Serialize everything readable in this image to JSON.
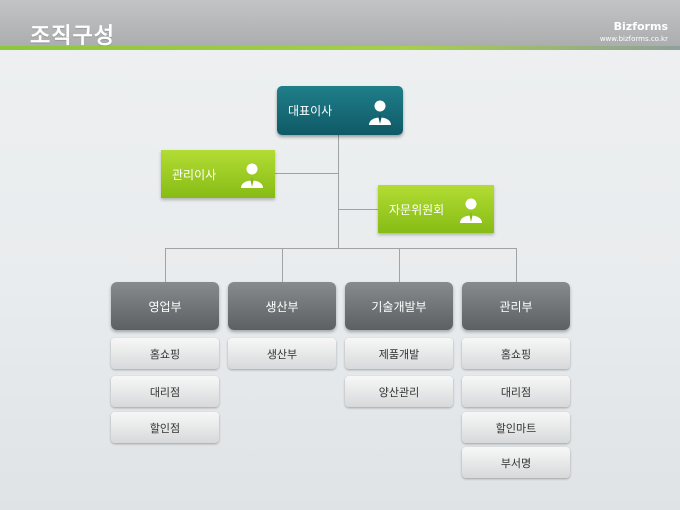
{
  "header": {
    "title": "조직구성",
    "brand_name": "Bizforms",
    "brand_url": "www.bizforms.co.kr"
  },
  "org": {
    "ceo": {
      "label": "대표이사",
      "icon": "person-icon"
    },
    "managing_director": {
      "label": "관리이사",
      "icon": "person-icon"
    },
    "advisory_committee": {
      "label": "자문위원회",
      "icon": "person-icon"
    },
    "departments": [
      {
        "label": "영업부",
        "units": [
          "홈쇼핑",
          "대리점",
          "할인점"
        ]
      },
      {
        "label": "생산부",
        "units": [
          "생산부"
        ]
      },
      {
        "label": "기술개발부",
        "units": [
          "제품개발",
          "양산관리"
        ]
      },
      {
        "label": "관리부",
        "units": [
          "홈쇼핑",
          "대리점",
          "할인마트",
          "부서명"
        ]
      }
    ]
  },
  "colors": {
    "ceo_box": "#0f5966",
    "green_box": "#86bc15",
    "dept_box": "#5d6062",
    "accent_line": "#8dc63f"
  }
}
